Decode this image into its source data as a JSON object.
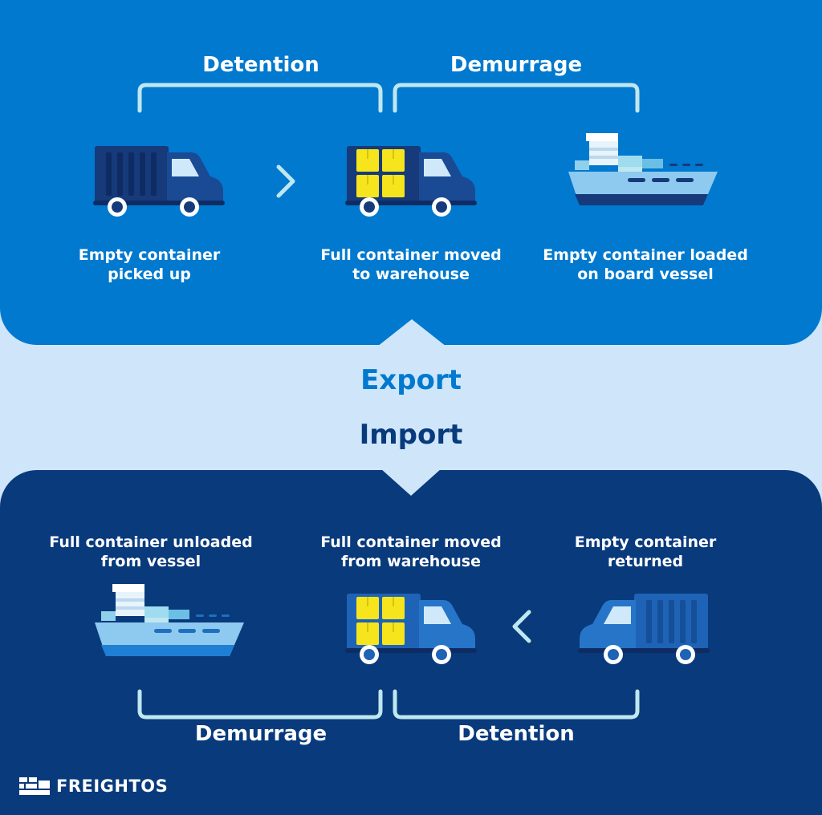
{
  "export_section": {
    "title": "Export",
    "brackets": [
      {
        "label": "Detention"
      },
      {
        "label": "Demurrage"
      }
    ],
    "steps": [
      {
        "label": "Empty container\npicked up"
      },
      {
        "label": "Full container moved\nto warehouse"
      },
      {
        "label": "Empty container loaded\non board vessel"
      }
    ]
  },
  "import_section": {
    "title": "Import",
    "brackets": [
      {
        "label": "Demurrage"
      },
      {
        "label": "Detention"
      }
    ],
    "steps": [
      {
        "label": "Full container unloaded\nfrom vessel"
      },
      {
        "label": "Full container moved\nfrom warehouse"
      },
      {
        "label": "Empty container\nreturned"
      }
    ]
  },
  "colors": {
    "background": "#cfe6fa",
    "export_panel": "#0079cf",
    "import_panel": "#083a7c",
    "bracket": "#bfe7ef",
    "export_title": "#0079cf",
    "import_title": "#083a7c",
    "box_yellow": "#f6e51c"
  },
  "brand": {
    "name": "FREIGHTOS"
  }
}
